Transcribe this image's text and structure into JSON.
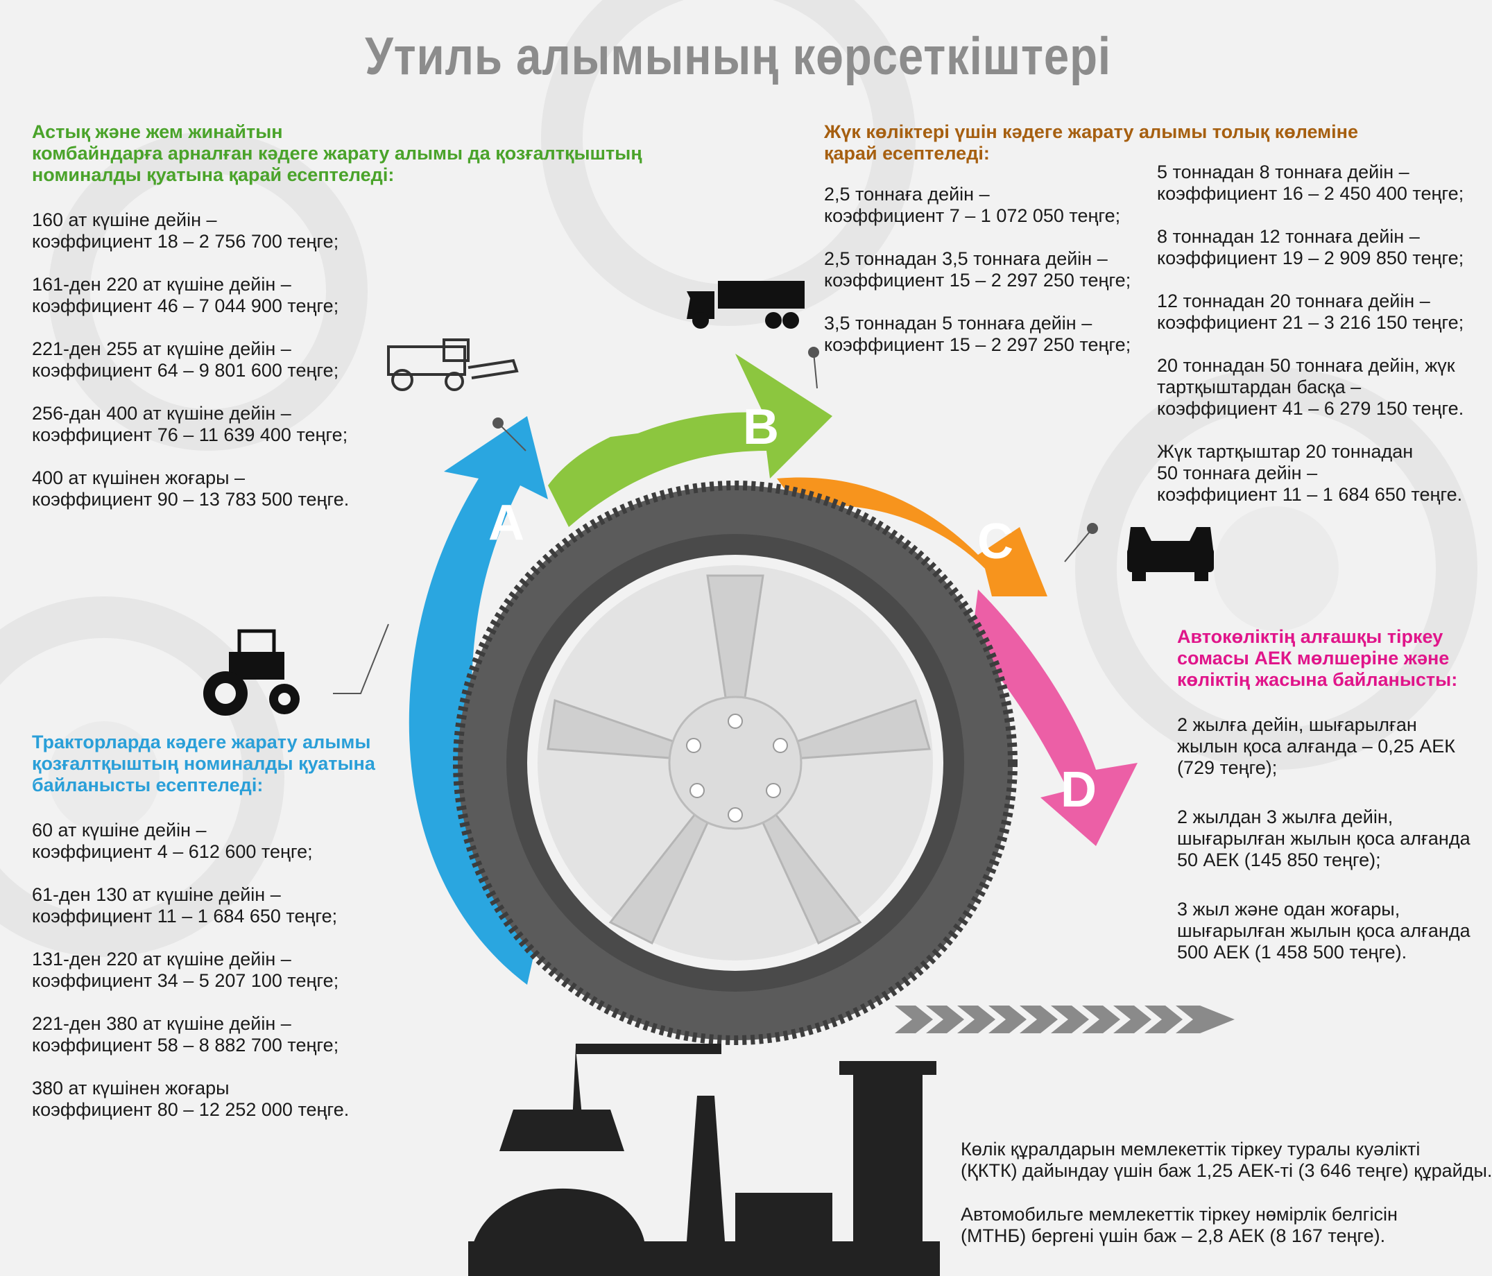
{
  "title": "Утиль алымының көрсеткіштері",
  "segments": [
    {
      "letter": "A",
      "color": "#2aa6e0"
    },
    {
      "letter": "B",
      "color": "#8cc63f"
    },
    {
      "letter": "C",
      "color": "#f7941d"
    },
    {
      "letter": "D",
      "color": "#ec5fa6"
    }
  ],
  "icons": [
    "combine-harvester-icon",
    "truck-icon",
    "car-icon",
    "tractor-icon",
    "crane-icon",
    "tire-icon"
  ],
  "combines": {
    "heading": [
      "Астық және жем жинайтын",
      "комбайндарға арналған кәдеге жарату алымы да қозғалтқыштың",
      "номиналды қуатына қарай есептеледі:"
    ],
    "items": [
      [
        "160 ат күшіне дейін –",
        "коэффициент 18 – 2 756 700 теңге;"
      ],
      [
        "161-ден 220 ат күшіне дейін –",
        "коэффициент 46 – 7 044 900 теңге;"
      ],
      [
        "221-ден 255 ат күшіне дейін –",
        "коэффициент 64 – 9 801 600 теңге;"
      ],
      [
        "256-дан 400 ат күшіне дейін –",
        "коэффициент 76 – 11 639 400 теңге;"
      ],
      [
        "400 ат күшінен жоғары –",
        "коэффициент 90 – 13 783 500 теңге."
      ]
    ]
  },
  "tractors": {
    "heading": [
      "Тракторларда кәдеге жарату алымы",
      "қозғалтқыштың номиналды қуатына",
      "байланысты есептеледі:"
    ],
    "items": [
      [
        "60 ат күшіне дейін –",
        "коэффициент 4 – 612 600 теңге;"
      ],
      [
        "61-ден 130 ат күшіне дейін –",
        "коэффициент 11 – 1 684 650 теңге;"
      ],
      [
        "131-ден 220 ат күшіне дейін –",
        "коэффициент 34 – 5 207 100 теңге;"
      ],
      [
        "221-ден 380 ат күшіне дейін –",
        "коэффициент 58 – 8 882 700 теңге;"
      ],
      [
        "380 ат күшінен жоғары",
        "коэффициент 80 – 12 252 000 теңге."
      ]
    ]
  },
  "trucks": {
    "heading": [
      "Жүк көліктері үшін кәдеге жарату алымы толық көлеміне",
      "қарай есептеледі:"
    ],
    "items_left": [
      [
        "2,5 тоннаға дейін –",
        "коэффициент 7 – 1 072 050 теңге;"
      ],
      [
        "2,5 тоннадан 3,5 тоннаға дейін –",
        "коэффициент 15 – 2 297 250 теңге;"
      ],
      [
        "3,5 тоннадан 5 тоннаға дейін –",
        "коэффициент 15 – 2 297 250 теңге;"
      ]
    ],
    "items_right": [
      [
        "5 тоннадан 8 тоннаға дейін –",
        "коэффициент 16 – 2 450 400 теңге;"
      ],
      [
        "8 тоннадан 12 тоннаға дейін –",
        "коэффициент 19 – 2 909 850 теңге;"
      ],
      [
        "12 тоннадан 20 тоннаға дейін –",
        "коэффициент 21 – 3 216 150 теңге;"
      ],
      [
        "20 тоннадан 50 тоннаға дейін, жүк",
        "тартқыштардан басқа –",
        "коэффициент 41 – 6 279 150 теңге."
      ],
      [
        "Жүк тартқыштар 20 тоннадан",
        "50 тоннаға дейін –",
        "коэффициент 11 – 1 684 650 теңге."
      ]
    ]
  },
  "cars": {
    "heading": [
      "Автокөліктің алғашқы тіркеу",
      "сомасы АЕК мөлшеріне және",
      "көліктің жасына байланысты:"
    ],
    "items": [
      [
        "2 жылға дейін, шығарылған",
        "жылын қоса алғанда – 0,25 АЕК",
        "(729 теңге);"
      ],
      [
        "2 жылдан 3 жылға дейін,",
        "шығарылған жылын қоса алғанда",
        "50 АЕК (145 850 теңге);"
      ],
      [
        "3 жыл және одан жоғары,",
        "шығарылған жылын қоса алғанда",
        "500 АЕК (1 458 500 теңге)."
      ]
    ]
  },
  "fees": {
    "items": [
      [
        "Көлік құралдарын мемлекеттік тіркеу туралы куәлікті",
        "(ҚКТК) дайындау үшін баж 1,25 АЕК-ті (3 646 теңге) құрайды."
      ],
      [
        "Автомобильге мемлекеттік тіркеу нөмірлік белгісін",
        "(МТНБ) бергені үшін баж – 2,8 АЕК (8 167 теңге)."
      ]
    ]
  }
}
